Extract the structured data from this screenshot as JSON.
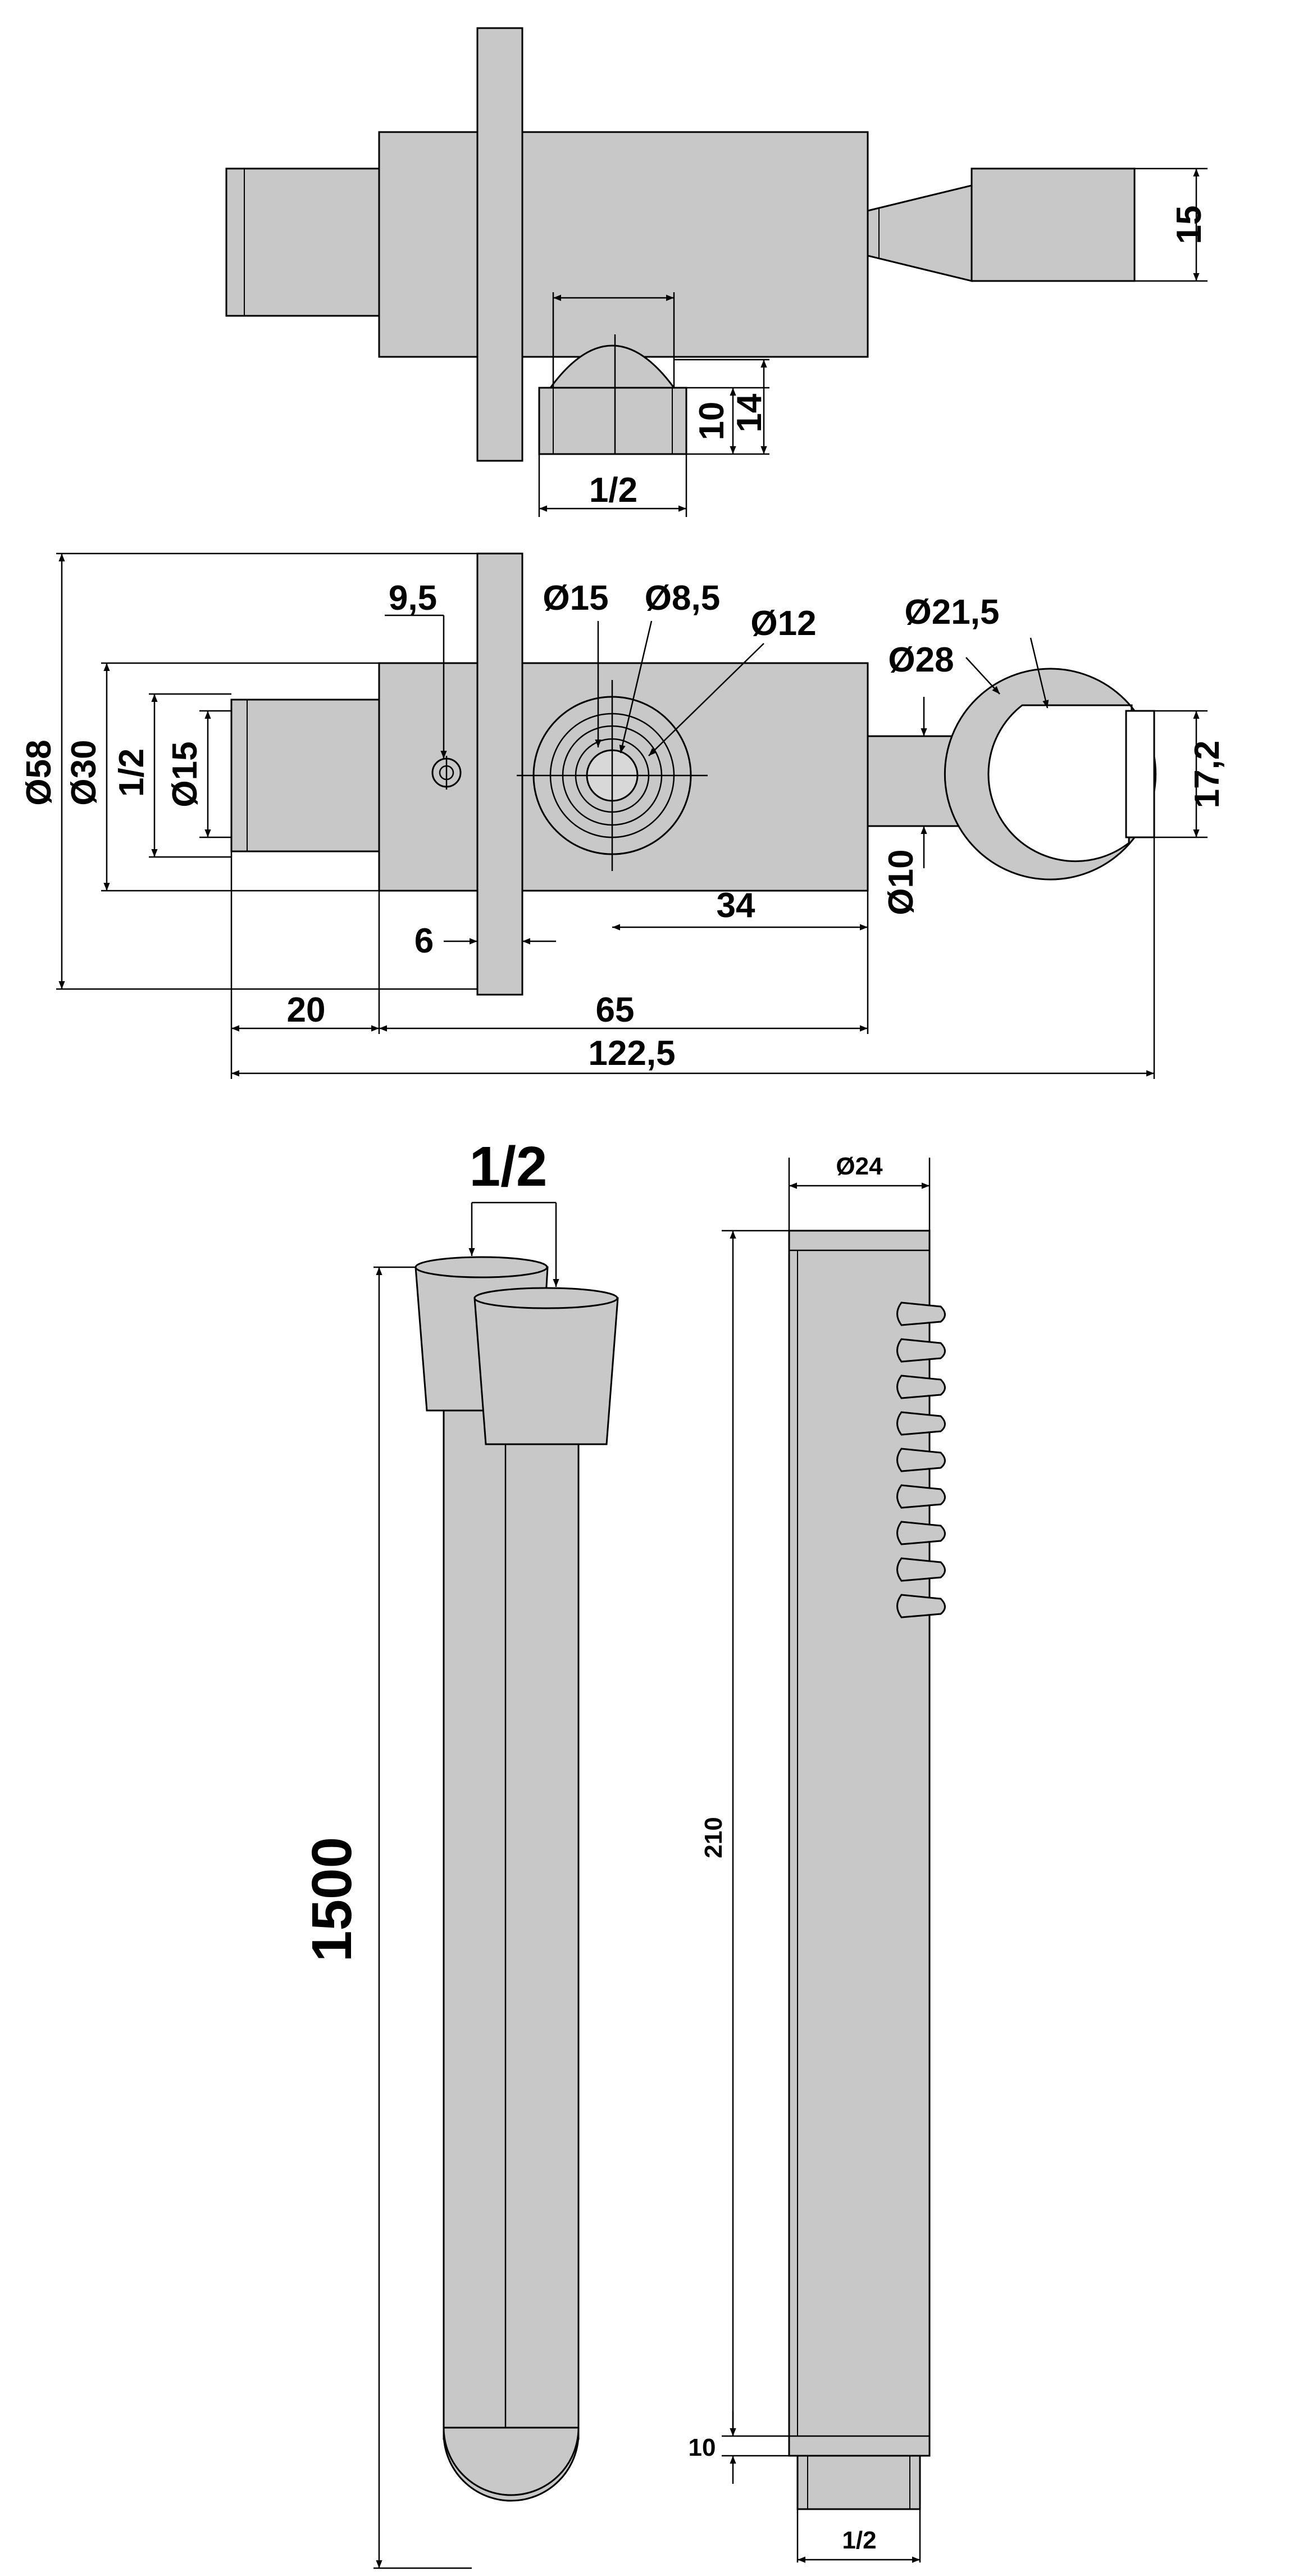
{
  "top_view": {
    "dim_15": "15",
    "dim_10": "10",
    "dim_14": "14",
    "dim_half_inch": "1/2"
  },
  "middle_view": {
    "dim_9_5": "9,5",
    "dim_d15_top": "Ø15",
    "dim_d8_5": "Ø8,5",
    "dim_d12": "Ø12",
    "dim_d21_5": "Ø21,5",
    "dim_d28": "Ø28",
    "dim_d58": "Ø58",
    "dim_d30": "Ø30",
    "dim_half_inch": "1/2",
    "dim_d15_side": "Ø15",
    "dim_17_2": "17,2",
    "dim_d10": "Ø10",
    "dim_34": "34",
    "dim_6": "6",
    "dim_20": "20",
    "dim_65": "65",
    "dim_122_5": "122,5"
  },
  "hose_view": {
    "dim_half_inch": "1/2",
    "dim_1500": "1500"
  },
  "handshower_view": {
    "dim_d24": "Ø24",
    "dim_210": "210",
    "dim_10": "10",
    "dim_half_inch": "1/2"
  }
}
